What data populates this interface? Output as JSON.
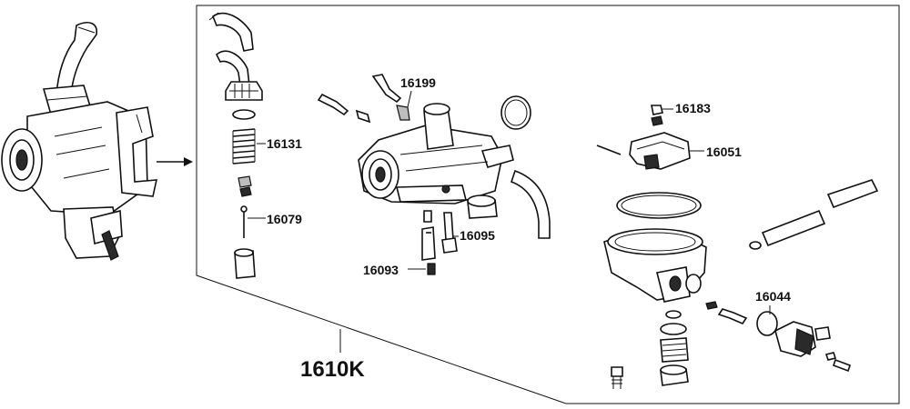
{
  "kit": {
    "label": "1610K"
  },
  "parts": {
    "p16199": "16199",
    "p16131": "16131",
    "p16079": "16079",
    "p16095": "16095",
    "p16093": "16093",
    "p16183": "16183",
    "p16051": "16051",
    "p16044": "16044"
  },
  "colors": {
    "line": "#111111",
    "background": "#ffffff"
  }
}
